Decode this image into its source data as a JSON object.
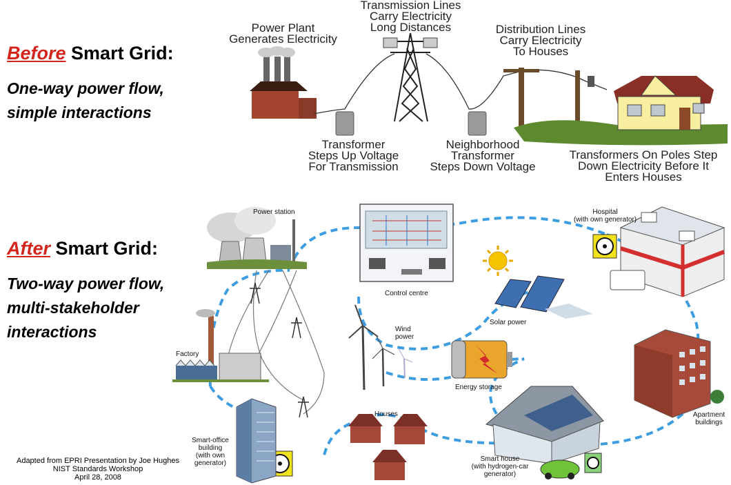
{
  "before": {
    "keyword": "Before",
    "title_rest": " Smart Grid:",
    "subtitle": "One-way power flow,\nsimple interactions"
  },
  "after": {
    "keyword": "After",
    "title_rest": " Smart Grid:",
    "subtitle": "Two-way power flow,\nmulti-stakeholder\ninteractions"
  },
  "top_diagram": {
    "power_plant": "Power Plant\nGenerates Electricity",
    "transmission": "Transmission Lines\nCarry Electricity\nLong Distances",
    "distribution": "Distribution Lines\nCarry Electricity\nTo Houses",
    "transformer_up": "Transformer\nSteps Up Voltage\nFor Transmission",
    "neighborhood": "Neighborhood\nTransformer\nSteps Down Voltage",
    "pole_transformers": "Transformers On Poles Step\nDown Electricity Before It\nEnters Houses"
  },
  "bottom_diagram": {
    "power_station": "Power station",
    "control_centre": "Control centre",
    "hospital": "Hospital\n(with own generator)",
    "factory": "Factory",
    "wind_power": "Wind\npower",
    "solar_power": "Solar power",
    "energy_storage": "Energy storage",
    "apartments": "Apartment\nbuildings",
    "houses": "Houses",
    "smart_office": "Smart-office\nbuilding\n(with own\ngenerator)",
    "smart_house": "Smart house\n(with hydrogen-car\ngenerator)"
  },
  "credit": "Adapted from EPRI Presentation by Joe Hughes\nNIST Standards Workshop\nApril 28, 2008",
  "colors": {
    "accent_red": "#d2261c",
    "grid_blue": "#3d9de0"
  }
}
